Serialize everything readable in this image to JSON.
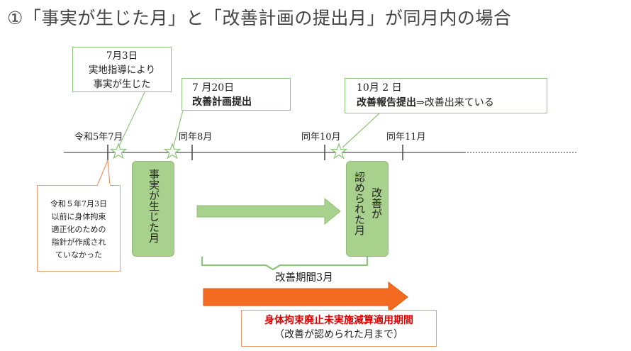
{
  "title": "①「事実が生じた月」と「改善計画の提出月」が同月内の場合",
  "callouts": {
    "first": {
      "line1": "7月3日",
      "line2": "実地指導により",
      "line3": "事実が生じた"
    },
    "second": {
      "line1": "7 月20日",
      "line2": "改善計画提出"
    },
    "third": {
      "line1": "10月 2 日",
      "line2_bold": "改善報告提出",
      "line2_rest": "⇒改善出来ている"
    }
  },
  "timeline": {
    "months": [
      "令和5年7月",
      "同年8月",
      "同年10月",
      "同年11月"
    ]
  },
  "bars": {
    "occurred": "事実が生じた月",
    "recognized_col1": "改善が",
    "recognized_col2": "認められた月"
  },
  "note": {
    "lines": [
      "令和５年7月3日",
      "以前に身体拘束",
      "適正化のための",
      "指針が作成され",
      "ていなかった"
    ]
  },
  "period_label": "改善期間3月",
  "reduction": {
    "title": "身体拘束廃止未実施減算適用期間",
    "subtitle": "（改善が認められた月まで）"
  },
  "colors": {
    "green_box": "#a9d18e",
    "green_border": "#8fc47e",
    "orange_arrow": "#f26b21",
    "red_text": "#e00000"
  }
}
